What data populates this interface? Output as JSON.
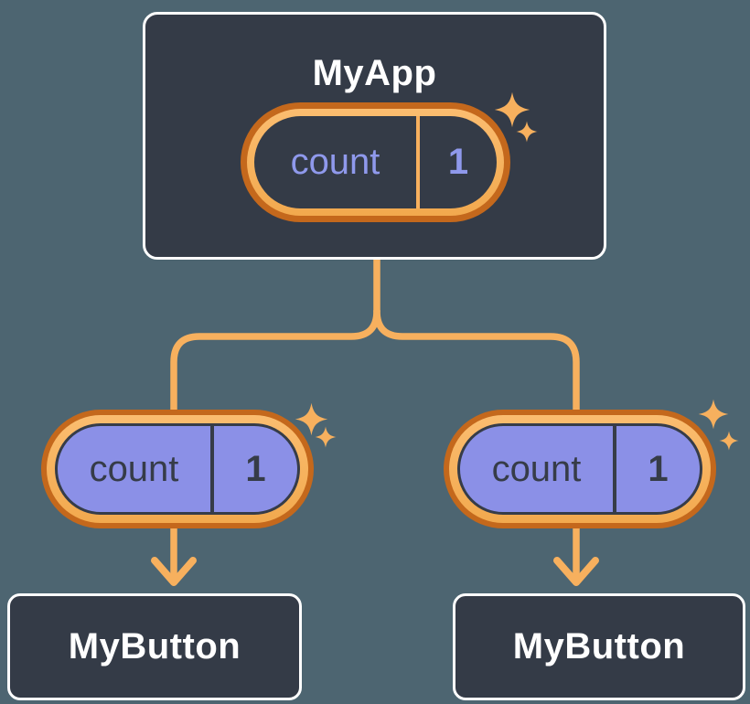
{
  "colors": {
    "background": "#4D6571",
    "node_fill": "#343B47",
    "node_border": "#FFFFFF",
    "node_text": "#FFFFFF",
    "line_amber": "#F7B05E",
    "ring_amber_light": "#FBBD70",
    "ring_amber_dark": "#F2A94E",
    "ring_orange": "#C4681C",
    "pill_purple": "#8B90E7",
    "pill_text_dark": "#363C48",
    "pill_text_periwinkle": "#8F99EC"
  },
  "icons": {
    "sparkle": "sparkle-icon",
    "arrow": "arrow-down-icon"
  },
  "diagram": {
    "parent": {
      "title": "MyApp",
      "pill": {
        "label": "count",
        "value": "1"
      }
    },
    "children": [
      {
        "title": "MyButton",
        "pill": {
          "label": "count",
          "value": "1"
        }
      },
      {
        "title": "MyButton",
        "pill": {
          "label": "count",
          "value": "1"
        }
      }
    ]
  }
}
